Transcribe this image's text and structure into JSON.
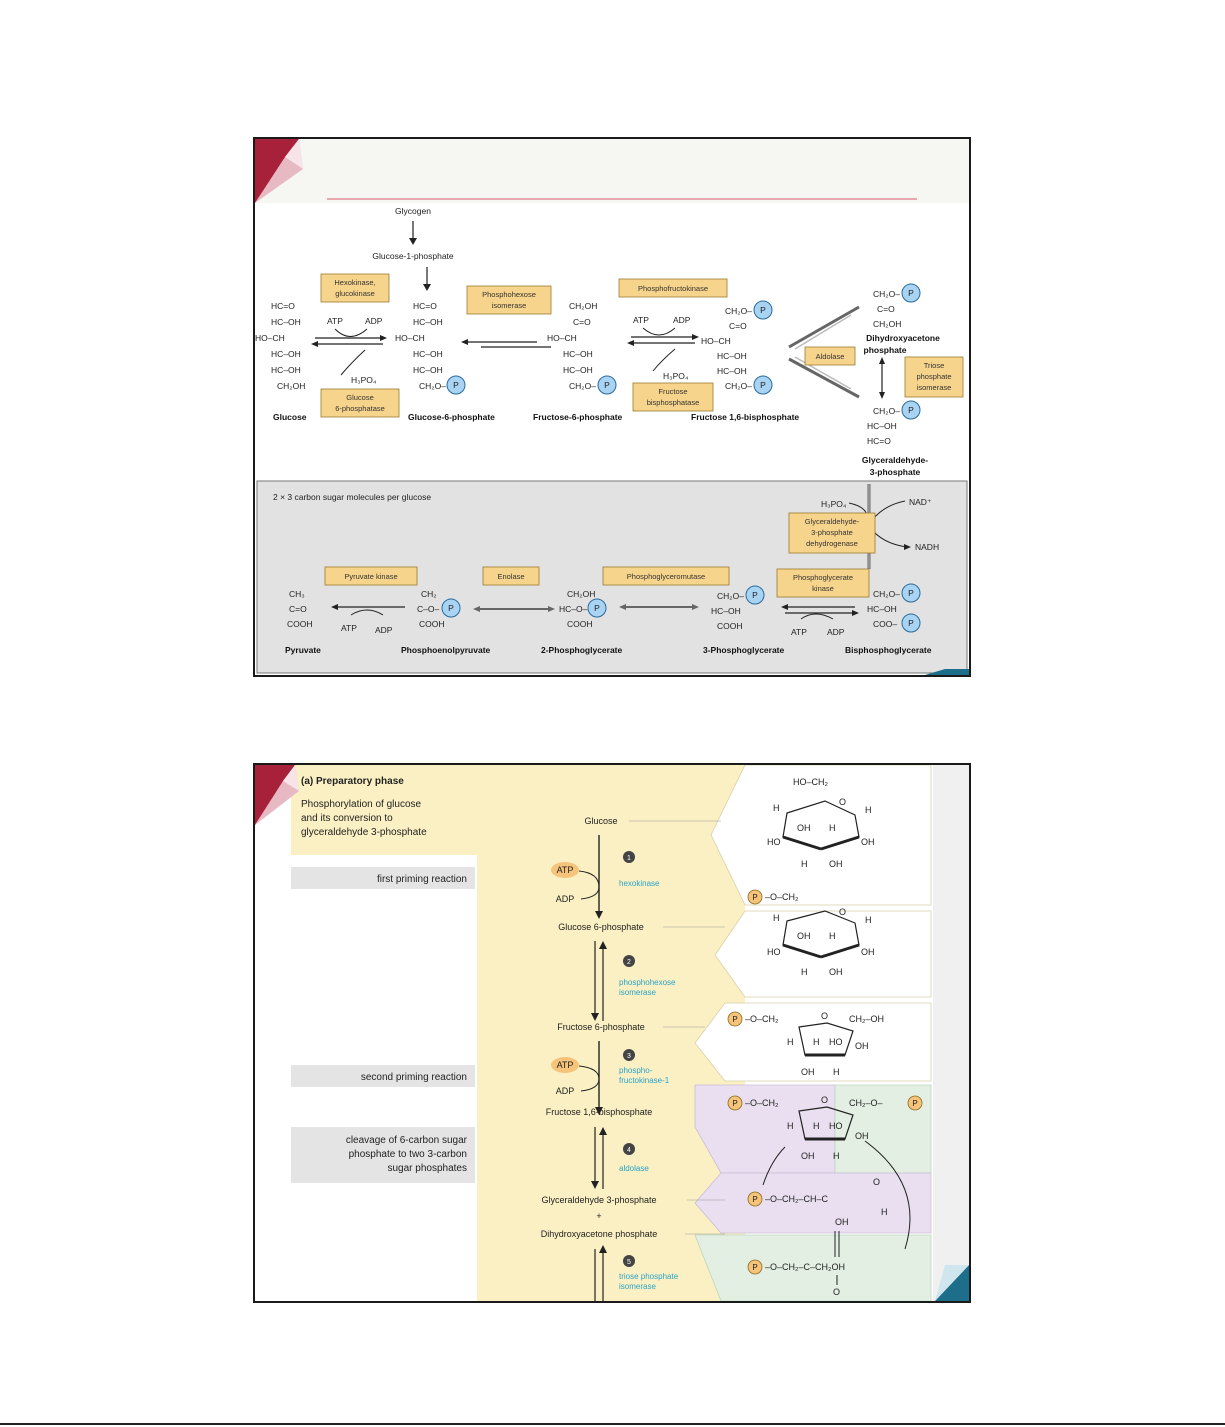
{
  "slide1": {
    "top_metabolites": {
      "glycogen": "Glycogen",
      "glucose1p": "Glucose-1-phosphate"
    },
    "compounds": {
      "glucose": "Glucose",
      "g6p": "Glucose-6-phosphate",
      "f6p": "Fructose-6-phosphate",
      "f16bp": "Fructose 1,6-bisphosphate",
      "dhap_1": "Dihydroxyacetone",
      "dhap_2": "phosphate",
      "g3p_1": "Glyceraldehyde-",
      "g3p_2": "3-phosphate",
      "bpg": "Bisphosphoglycerate",
      "pg3": "3-Phosphoglycerate",
      "pg2": "2-Phosphoglycerate",
      "pep": "Phosphoenolpyruvate",
      "pyruvate": "Pyruvate"
    },
    "enzymes": {
      "hexokinase_1": "Hexokinase,",
      "hexokinase_2": "glucokinase",
      "g6pase_1": "Glucose",
      "g6pase_2": "6-phosphatase",
      "pgi_1": "Phosphohexose",
      "pgi_2": "isomerase",
      "pfk": "Phosphofructokinase",
      "fbpase_1": "Fructose",
      "fbpase_2": "bisphosphatase",
      "aldolase": "Aldolase",
      "tpi_1": "Triose",
      "tpi_2": "phosphate",
      "tpi_3": "isomerase",
      "gapdh_1": "Glyceraldehyde-",
      "gapdh_2": "3-phosphate",
      "gapdh_3": "dehydrogenase",
      "pgk_1": "Phosphoglycerate",
      "pgk_2": "kinase",
      "pgm": "Phosphoglyceromutase",
      "enolase": "Enolase",
      "pk": "Pyruvate kinase"
    },
    "cofactors": {
      "atp": "ATP",
      "adp": "ADP",
      "h3po4": "H₃PO₄",
      "nad": "NAD⁺",
      "nadh": "NADH"
    },
    "lower_note": "2 × 3 carbon sugar molecules per glucose",
    "phosphate_symbol": "P",
    "accent_colors": {
      "enzyme_box": "#f7d48b",
      "phosphate": "#a9d3f2",
      "lower_panel": "#e2e2e2",
      "title_rule": "#d65b6b"
    }
  },
  "slide2": {
    "heading": "(a) Preparatory phase",
    "description_1": "Phosphorylation of glucose",
    "description_2": "and its conversion to",
    "description_3": "glyceraldehyde 3-phosphate",
    "side_labels": {
      "first": "first priming reaction",
      "second": "second priming reaction",
      "cleavage_1": "cleavage of 6-carbon sugar",
      "cleavage_2": "phosphate to two 3-carbon",
      "cleavage_3": "sugar phosphates"
    },
    "steps": {
      "glucose": "Glucose",
      "g6p": "Glucose 6-phosphate",
      "f6p": "Fructose 6-phosphate",
      "f16bp": "Fructose 1,6-bisphosphate",
      "g3p": "Glyceraldehyde 3-phosphate",
      "plus": "+",
      "dhap": "Dihydroxyacetone phosphate"
    },
    "step_numbers": [
      "1",
      "2",
      "3",
      "4",
      "5"
    ],
    "enzymes": {
      "hexokinase": "hexokinase",
      "pgi_1": "phosphohexose",
      "pgi_2": "isomerase",
      "pfk_1": "phospho-",
      "pfk_2": "fructokinase-1",
      "aldolase": "aldolase",
      "tpi_1": "triose phosphate",
      "tpi_2": "isomerase"
    },
    "cofactors": {
      "atp": "ATP",
      "adp": "ADP"
    },
    "phosphate_symbol": "P",
    "accent_colors": {
      "panel": "#fbf0c3",
      "enzyme_text": "#29a3c9",
      "purple": "#e9dff0",
      "green": "#e3efe3"
    }
  }
}
